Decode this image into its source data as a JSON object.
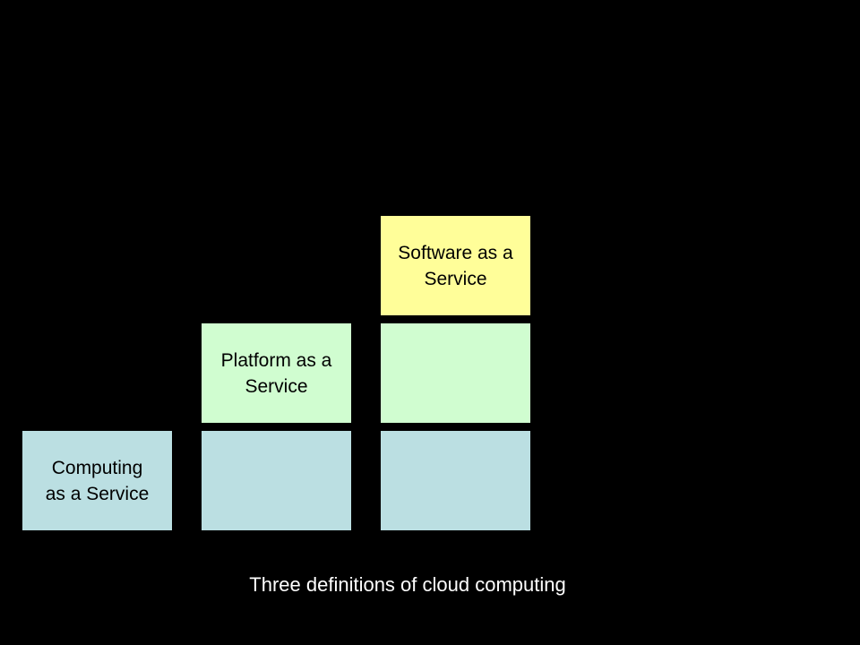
{
  "colors": {
    "background": "#000000",
    "computing_layer": "#bbdfe2",
    "platform_layer": "#d0fdd0",
    "software_layer": "#fffe99",
    "caption_text": "#ffffff"
  },
  "blocks": {
    "computing": {
      "label": "Computing\nas a Service"
    },
    "platform": {
      "label": "Platform as a\nService"
    },
    "software": {
      "label": "Software as a\nService"
    }
  },
  "caption": "Three definitions of cloud computing"
}
